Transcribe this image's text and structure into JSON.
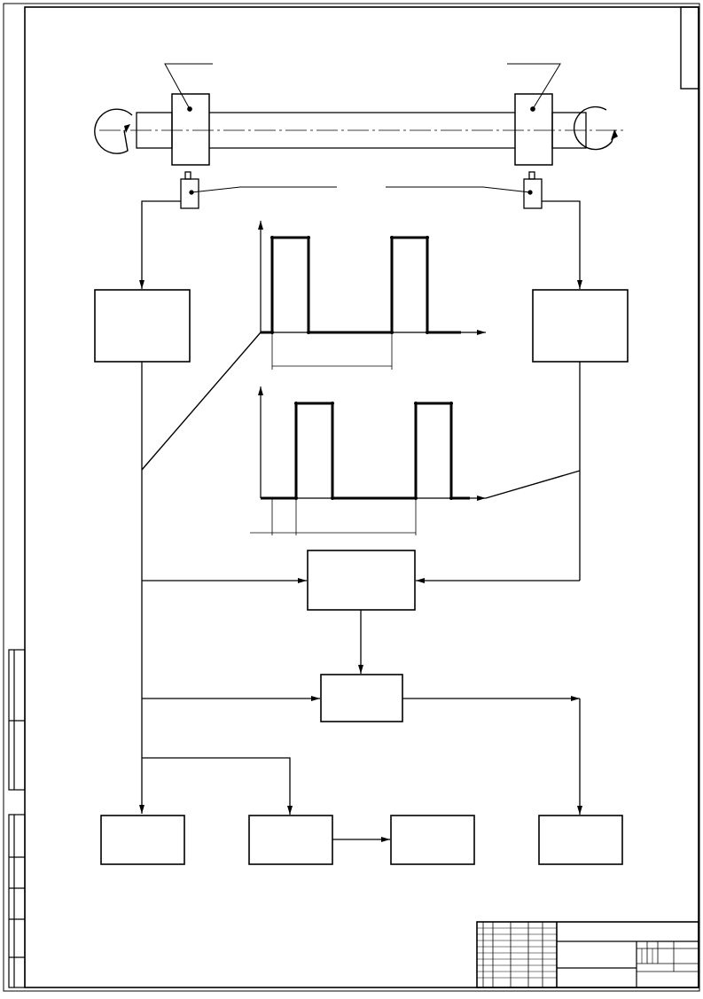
{
  "sheet": {
    "kind": "engineering-drawing-sheet",
    "line_color": "#000000",
    "background": "#ffffff"
  },
  "shaft_assembly": {
    "left_rotation": "counter-clockwise",
    "right_rotation": "clockwise"
  },
  "waveforms": [
    {
      "pulses": 2
    },
    {
      "pulses": 2
    }
  ],
  "blocks": [
    {
      "id": "left-processing-block"
    },
    {
      "id": "right-processing-block"
    },
    {
      "id": "comparator-block"
    },
    {
      "id": "central-block"
    },
    {
      "id": "output-block-1"
    },
    {
      "id": "output-block-2"
    },
    {
      "id": "output-block-3"
    },
    {
      "id": "output-block-4"
    }
  ],
  "title_block": {
    "text": ""
  }
}
